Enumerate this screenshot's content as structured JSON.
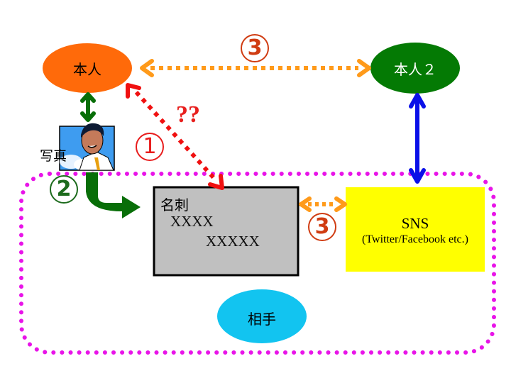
{
  "colors": {
    "self_node": "#ff6a0a",
    "self2_node": "#047a04",
    "partner_node": "#12c4f0",
    "card_fill": "#c0c0c0",
    "card_border": "#000000",
    "sns_fill": "#ffff00",
    "boundary": "#e814e8",
    "arrow_green": "#086e08",
    "arrow_blue": "#0a10e8",
    "arrow_orange": "#ff9a1a",
    "arrow_red": "#f01010",
    "number_red": "#e81c1c",
    "number_green": "#1d6b1d",
    "number_orange": "#d03c12"
  },
  "nodes": {
    "self": {
      "label": "本人"
    },
    "self2": {
      "label": "本人２"
    },
    "partner": {
      "label": "相手"
    },
    "photo": {
      "label": "写真",
      "icon": "person-portrait-icon"
    },
    "business_card": {
      "title": "名刺",
      "line1": "XXXX",
      "line2": "XXXXX"
    },
    "sns": {
      "title": "SNS",
      "subtitle": "(Twitter/Facebook etc.)"
    }
  },
  "annotations": {
    "question": "??",
    "step1": "1",
    "step2": "2",
    "step3_top": "3",
    "step3_mid": "3"
  },
  "edges": [
    {
      "from": "self",
      "to": "self2",
      "style": "dotted",
      "direction": "both",
      "color": "arrow_orange",
      "step": "3"
    },
    {
      "from": "self",
      "to": "photo",
      "style": "solid",
      "direction": "both",
      "color": "arrow_green"
    },
    {
      "from": "photo",
      "to": "business_card",
      "style": "solid-bent",
      "direction": "forward",
      "color": "arrow_green",
      "step": "2"
    },
    {
      "from": "self",
      "to": "business_card",
      "style": "dotted",
      "direction": "both",
      "color": "arrow_red",
      "step": "1",
      "note": "??"
    },
    {
      "from": "self2",
      "to": "sns",
      "style": "solid",
      "direction": "both",
      "color": "arrow_blue"
    },
    {
      "from": "business_card",
      "to": "sns",
      "style": "dotted",
      "direction": "both",
      "color": "arrow_orange",
      "step": "3"
    }
  ]
}
